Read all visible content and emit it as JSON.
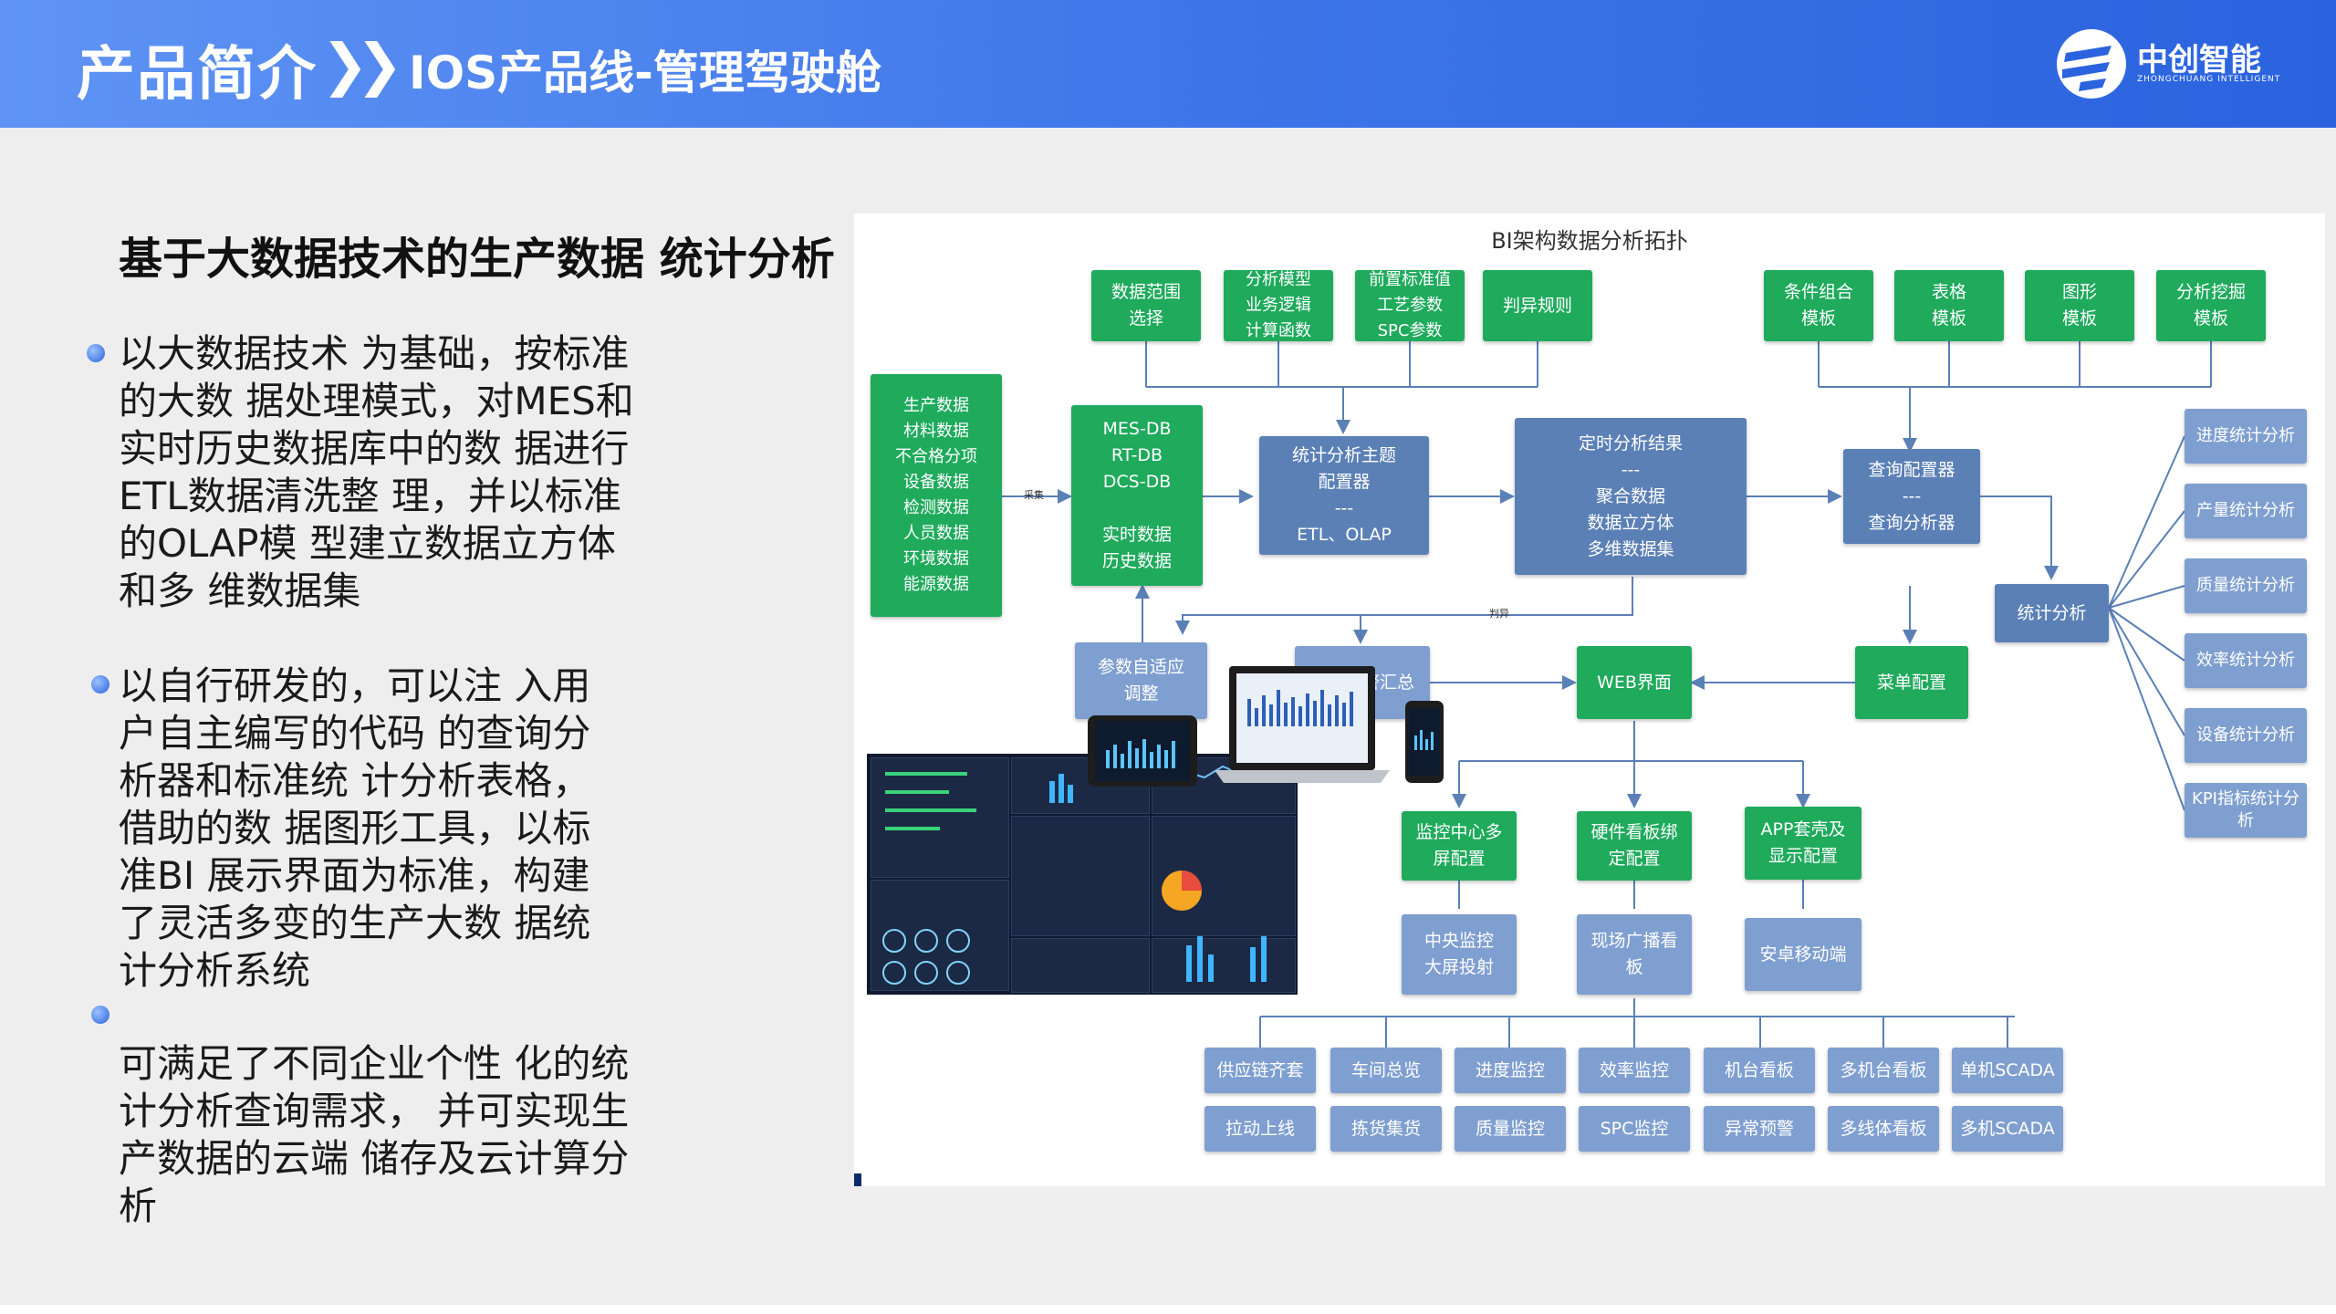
{
  "header": {
    "title": "产品简介",
    "arrows": "❯❯",
    "subtitle": "IOS产品线-管理驾驶舱",
    "logo_text": "中创智能",
    "logo_en": "ZHONGCHUANG INTELLIGENT"
  },
  "left": {
    "heading": "基于大数据技术的生产数据 统计分析",
    "p1": "以大数据技术 为基础，按标准\n的大数 据处理模式，对MES和\n实时历史数据库中的数 据进行\nETL数据清洗整  理，并以标准\n的OLAP模  型建立数据立方体\n和多 维数据集",
    "p2": "以自行研发的，可以注   入用\n户自主编写的代码   的查询分\n析器和标准统   计分析表格，\n借助的数   据图形工具，以标\n准BI   展示界面为标准，构建\n了灵活多变的生产大数   据统\n计分析系统",
    "p3": "可满足了不同企业个性   化的统\n计分析查询需求，   并可实现生\n产数据的云端   储存及云计算分\n析"
  },
  "diagram": {
    "title": "BI架构数据分析拓扑",
    "top_row": [
      "数据范围\n选择",
      "分析模型\n业务逻辑\n计算函数",
      "前置标准值\n工艺参数\nSPC参数",
      "判异规则",
      "条件组合\n模板",
      "表格\n模板",
      "图形\n模板",
      "分析挖掘\n模板"
    ],
    "source": "生产数据\n材料数据\n不合格分项\n设备数据\n检测数据\n人员数据\n环境数据\n能源数据",
    "db": "MES-DB\nRT-DB\nDCS-DB\n\n实时数据\n历史数据",
    "configurator": "统计分析主题\n配置器\n---\nETL、OLAP",
    "results": "定时分析结果\n---\n聚合数据\n数据立方体\n多维数据集",
    "query": "查询配置器\n---\n查询分析器",
    "stats": "统计分析",
    "right_col": [
      "进度统计分析",
      "产量统计分析",
      "质量统计分析",
      "效率统计分析",
      "设备统计分析",
      "KPI指标统计分\n析"
    ],
    "param": "参数自适应\n调整",
    "alarm": "异常预警汇总",
    "web": "WEB界面",
    "menu": "菜单配置",
    "mid_row": [
      "监控中心多\n屏配置",
      "硬件看板绑\n定配置",
      "APP套壳及\n显示配置"
    ],
    "mid_row2": [
      "中央监控\n大屏投射",
      "现场广播看\n板",
      "安卓移动端"
    ],
    "bottom_row1": [
      "供应链齐套",
      "车间总览",
      "进度监控",
      "效率监控",
      "机台看板",
      "多机台看板",
      "单机SCADA"
    ],
    "bottom_row2": [
      "拉动上线",
      "拣货集货",
      "质量监控",
      "SPC监控",
      "异常预警",
      "多线体看板",
      "多机SCADA"
    ],
    "label_collect": "采集",
    "label_judge": "判异"
  },
  "colors": {
    "header_blue": "#3c74e8",
    "green_box": "#1faa5c",
    "blue_box": "#5b80b6",
    "light_blue_box": "#7f9fd0",
    "connector": "#5b80b6"
  },
  "icons": [
    "chevron-double-right-icon",
    "company-logo-icon",
    "dashboard-screenshot",
    "laptop-icon",
    "tablet-icon",
    "phone-icon"
  ]
}
